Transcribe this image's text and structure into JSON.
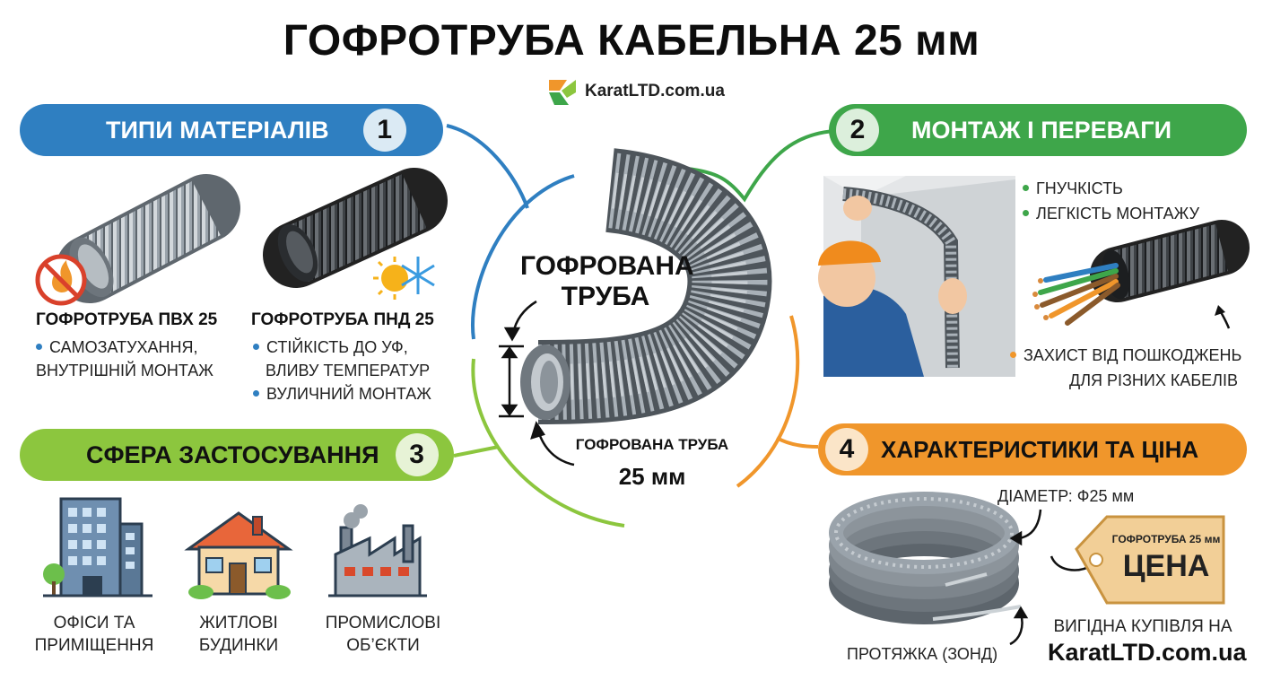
{
  "title": "ГОФРОТРУБА КАБЕЛЬНА 25 мм",
  "brand": {
    "text": "KaratLTD.com.ua",
    "icon": "karat-logo-icon"
  },
  "colors": {
    "blue": "#2f7fc1",
    "green": "#3ea64a",
    "lime": "#8cc63e",
    "orange": "#f0962b"
  },
  "center": {
    "label_top_line1": "ГОФРОВАНА",
    "label_top_line2": "ТРУБА",
    "label_bottom_line1": "ГОФРОВАНА ТРУБА",
    "label_bottom_line2": "25 мм"
  },
  "section1": {
    "number": "1",
    "title": "ТИПИ МАТЕРІАЛІВ",
    "items": [
      {
        "name": "ГОФРОТРУБА ПВХ 25",
        "bullets": [
          "САМОЗАТУХАННЯ,",
          "ВНУТРІШНІЙ МОНТАЖ"
        ],
        "icon": "no-fire-icon"
      },
      {
        "name": "ГОФРОТРУБА ПНД 25",
        "bullets": [
          "СТІЙКІСТЬ ДО УФ,",
          "ВЛИВУ ТЕМПЕРАТУР",
          "ВУЛИЧНИЙ МОНТАЖ"
        ],
        "icon": "sun-snowflake-icon"
      }
    ]
  },
  "section2": {
    "number": "2",
    "title": "МОНТАЖ І ПЕРЕВАГИ",
    "features": [
      "ГНУЧКІСТЬ",
      "ЛЕГКІСТЬ МОНТАЖУ"
    ],
    "protection_line1": "ЗАХИСТ ВІД ПОШКОДЖЕНЬ",
    "protection_line2": "ДЛЯ РІЗНИХ КАБЕЛІВ"
  },
  "section3": {
    "number": "3",
    "title": "СФЕРА ЗАСТОСУВАННЯ",
    "items": [
      {
        "line1": "ОФІСИ ТА",
        "line2": "ПРИМІЩЕННЯ",
        "icon": "office-building-icon"
      },
      {
        "line1": "ЖИТЛОВІ",
        "line2": "БУДИНКИ",
        "icon": "house-icon"
      },
      {
        "line1": "ПРОМИСЛОВІ",
        "line2": "ОБ’ЄКТИ",
        "icon": "factory-icon"
      }
    ]
  },
  "section4": {
    "number": "4",
    "title": "ХАРАКТЕРИСТИКИ ТА ЦІНА",
    "diameter": "ДІАМЕТР: Ф25 мм",
    "probe": "ПРОТЯЖКА (ЗОНД)",
    "tag_small": "ГОФРОТРУБА 25 мм",
    "tag_big": "ЦЕНА",
    "buy_line1": "ВИГІДНА КУПІВЛЯ НА",
    "buy_line2": "KaratLTD.com.ua"
  }
}
